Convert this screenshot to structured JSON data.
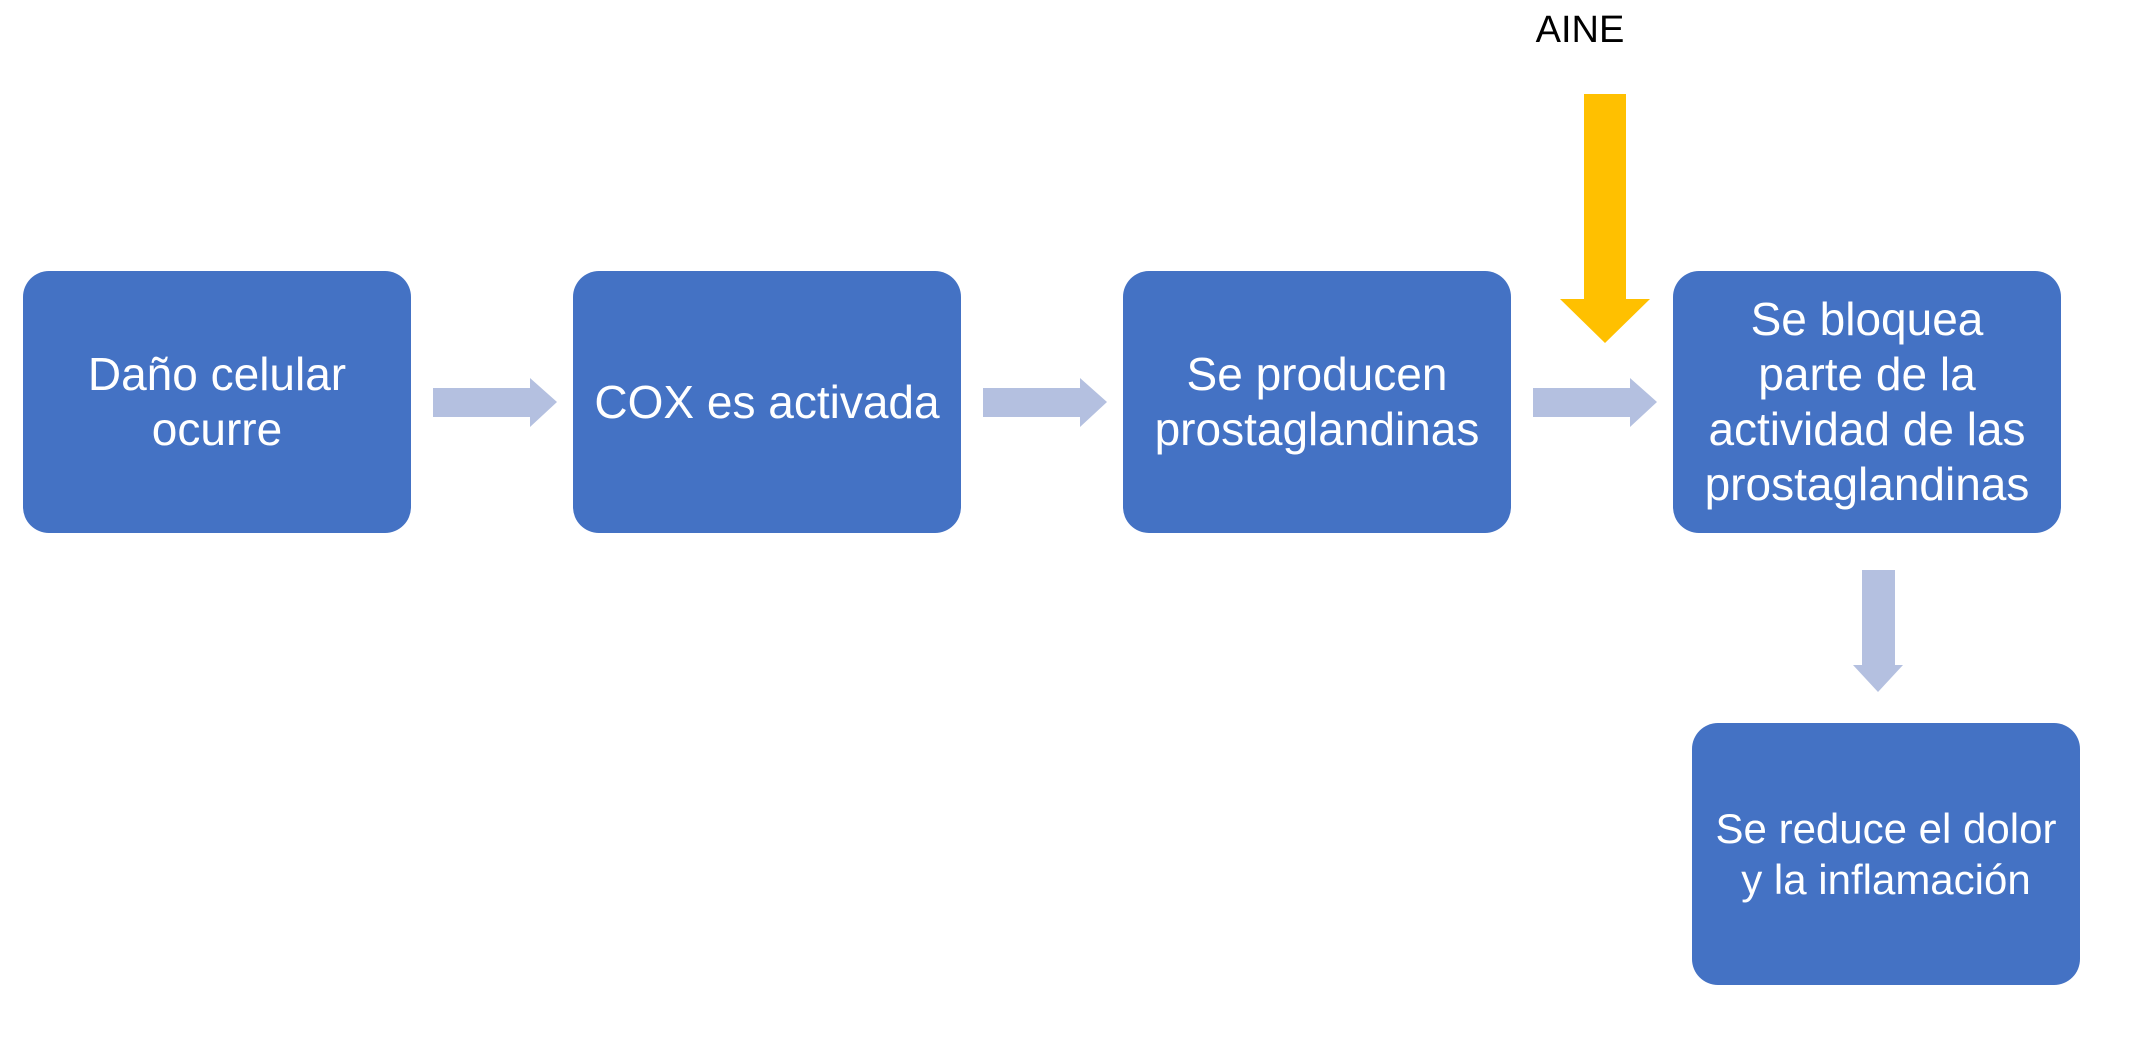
{
  "diagram": {
    "steps": [
      {
        "id": "step-1",
        "lines": [
          "Daño celular",
          "ocurre"
        ]
      },
      {
        "id": "step-2",
        "lines": [
          "COX es activada"
        ]
      },
      {
        "id": "step-3",
        "lines": [
          "Se producen",
          "prostaglandinas"
        ]
      },
      {
        "id": "step-4",
        "lines": [
          "Se bloquea",
          "parte de la",
          "actividad de las",
          "prostaglandinas"
        ]
      },
      {
        "id": "step-5",
        "lines": [
          "Se reduce el dolor",
          "y la inflamación"
        ]
      }
    ],
    "inhibitor": {
      "label": "AINE"
    },
    "colors": {
      "box": "#4472C4",
      "box_text": "#FFFFFF",
      "flow_arrow": "#B4C0E0",
      "inhibitor_arrow": "#FFC000",
      "label_text": "#000000"
    }
  }
}
